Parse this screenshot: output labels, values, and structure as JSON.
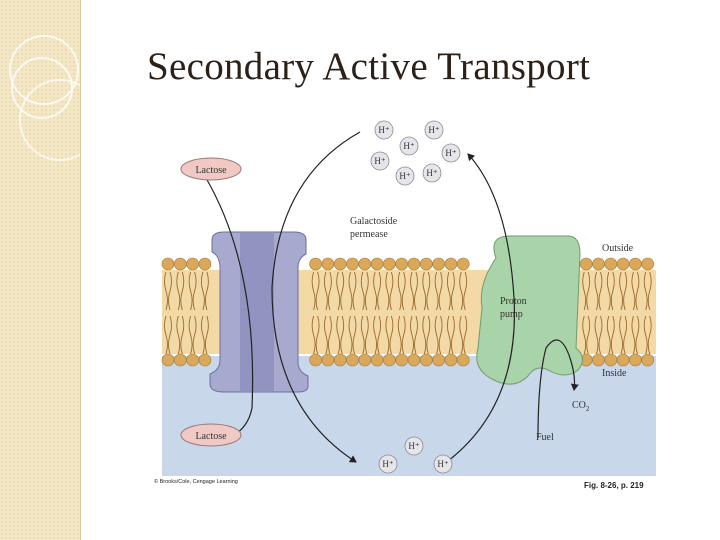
{
  "slide": {
    "title": "Secondary Active Transport"
  },
  "figure": {
    "labels": {
      "lactose_outside": "Lactose",
      "lactose_inside": "Lactose",
      "permease_line1": "Galactoside",
      "permease_line2": "permease",
      "outside": "Outside",
      "inside": "Inside",
      "pump_line1": "Proton",
      "pump_line2": "pump",
      "co2": "CO",
      "co2_sub": "2",
      "fuel": "Fuel"
    },
    "ions_top": [
      "H⁺",
      "H⁺",
      "H⁺",
      "H⁺",
      "H⁺",
      "H⁺",
      "H⁺"
    ],
    "ions_bottom": [
      "H⁺",
      "H⁺",
      "H⁺"
    ],
    "credit": "© Brooks/Cole, Cengage Learning",
    "fig_ref": "Fig. 8-26, p. 219"
  },
  "colors": {
    "sidebar": "#f3e7c6",
    "membrane_head": "#d9a85a",
    "membrane_tail": "#9a6a2a",
    "cytoplasm": "#c8d7ea",
    "permease": "#a7a9cf",
    "proton_pump": "#a9d3a8",
    "lactose_fill": "#f0c8c4"
  }
}
